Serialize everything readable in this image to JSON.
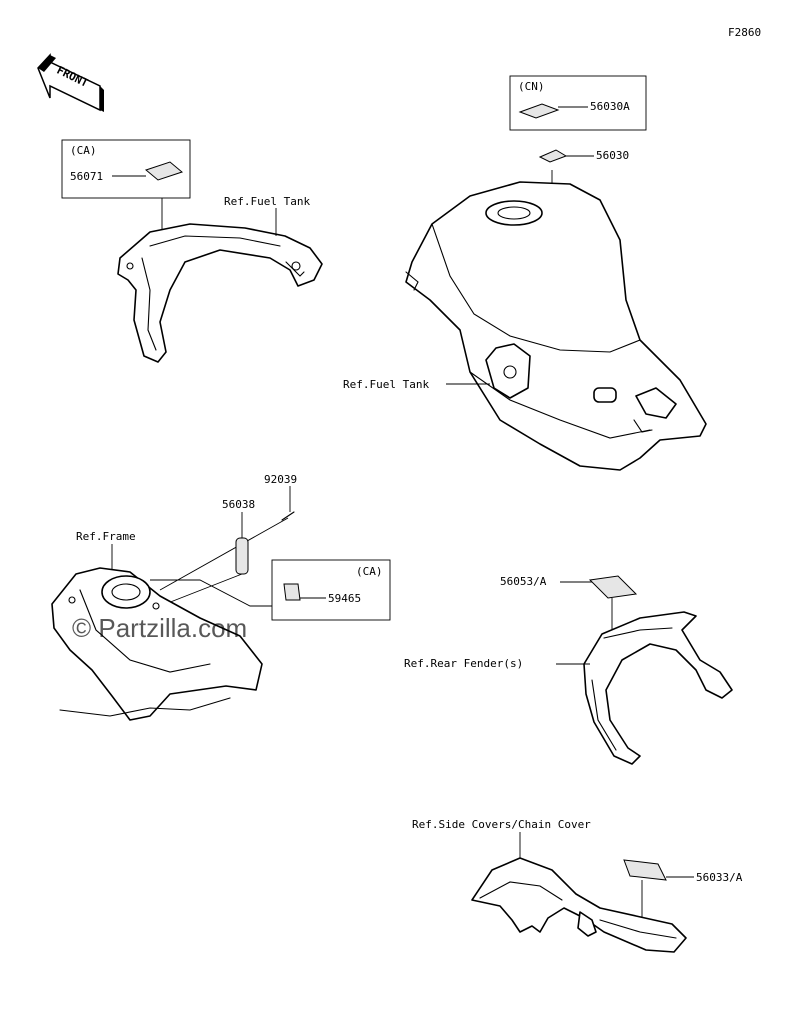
{
  "diagram_id": "F2860",
  "front_indicator": "FRONT",
  "watermark": "© Partzilla.com",
  "regions": {
    "ca_upper": "(CA)",
    "cn": "(CN)",
    "ca_lower": "(CA)"
  },
  "references": {
    "fuel_tank_upper": "Ref.Fuel Tank",
    "fuel_tank_mid": "Ref.Fuel Tank",
    "frame": "Ref.Frame",
    "rear_fender": "Ref.Rear Fender(s)",
    "side_covers": "Ref.Side Covers/Chain Cover"
  },
  "parts": {
    "p56071": "56071",
    "p56030A": "56030A",
    "p56030": "56030",
    "p92039": "92039",
    "p56038": "56038",
    "p59465": "59465",
    "p56053A": "56053/A",
    "p56033A": "56033/A"
  }
}
